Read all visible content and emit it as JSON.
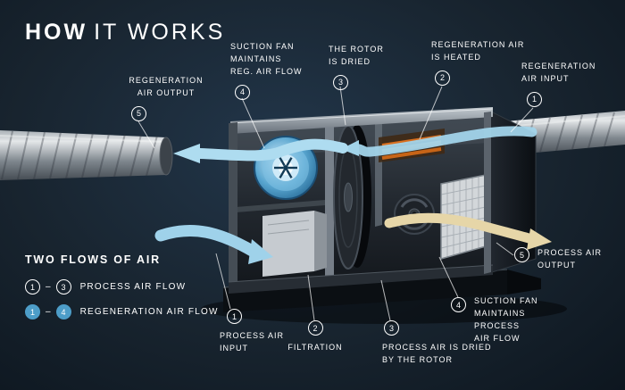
{
  "title": {
    "bold": "HOW",
    "light": "IT WORKS"
  },
  "callouts_top": [
    {
      "number": "5",
      "label": "REGENERATION\nAIR OUTPUT"
    },
    {
      "number": "4",
      "label": "SUCTION FAN\nMAINTAINS\nREG. AIR FLOW"
    },
    {
      "number": "3",
      "label": "THE ROTOR\nIS DRIED"
    },
    {
      "number": "2",
      "label": "REGENERATION AIR\nIS HEATED"
    },
    {
      "number": "1",
      "label": "REGENERATION\nAIR INPUT"
    }
  ],
  "callouts_bottom": [
    {
      "number": "1",
      "label": "PROCESS AIR\nINPUT"
    },
    {
      "number": "2",
      "label": "FILTRATION"
    },
    {
      "number": "3",
      "label": "PROCESS AIR IS DRIED\nBY THE ROTOR"
    },
    {
      "number": "4",
      "label": "SUCTION FAN\nMAINTAINS PROCESS\nAIR FLOW"
    },
    {
      "number": "5",
      "label": "PROCESS AIR\nOUTPUT"
    }
  ],
  "legend": {
    "heading": "TWO FLOWS OF AIR",
    "rows": [
      {
        "start": "1",
        "dash": "–",
        "end": "3",
        "label": "PROCESS AIR FLOW"
      },
      {
        "start": "1",
        "dash": "–",
        "end": "4",
        "label": "REGENERATION AIR FLOW"
      }
    ]
  },
  "colors": {
    "background": "#16222e",
    "text": "#ffffff",
    "flow_blue": "#9fd2ea",
    "flow_cream": "#e6d6a8",
    "heater_orange": "#e8862d",
    "legend_filled_circle": "#4d9dc8"
  }
}
